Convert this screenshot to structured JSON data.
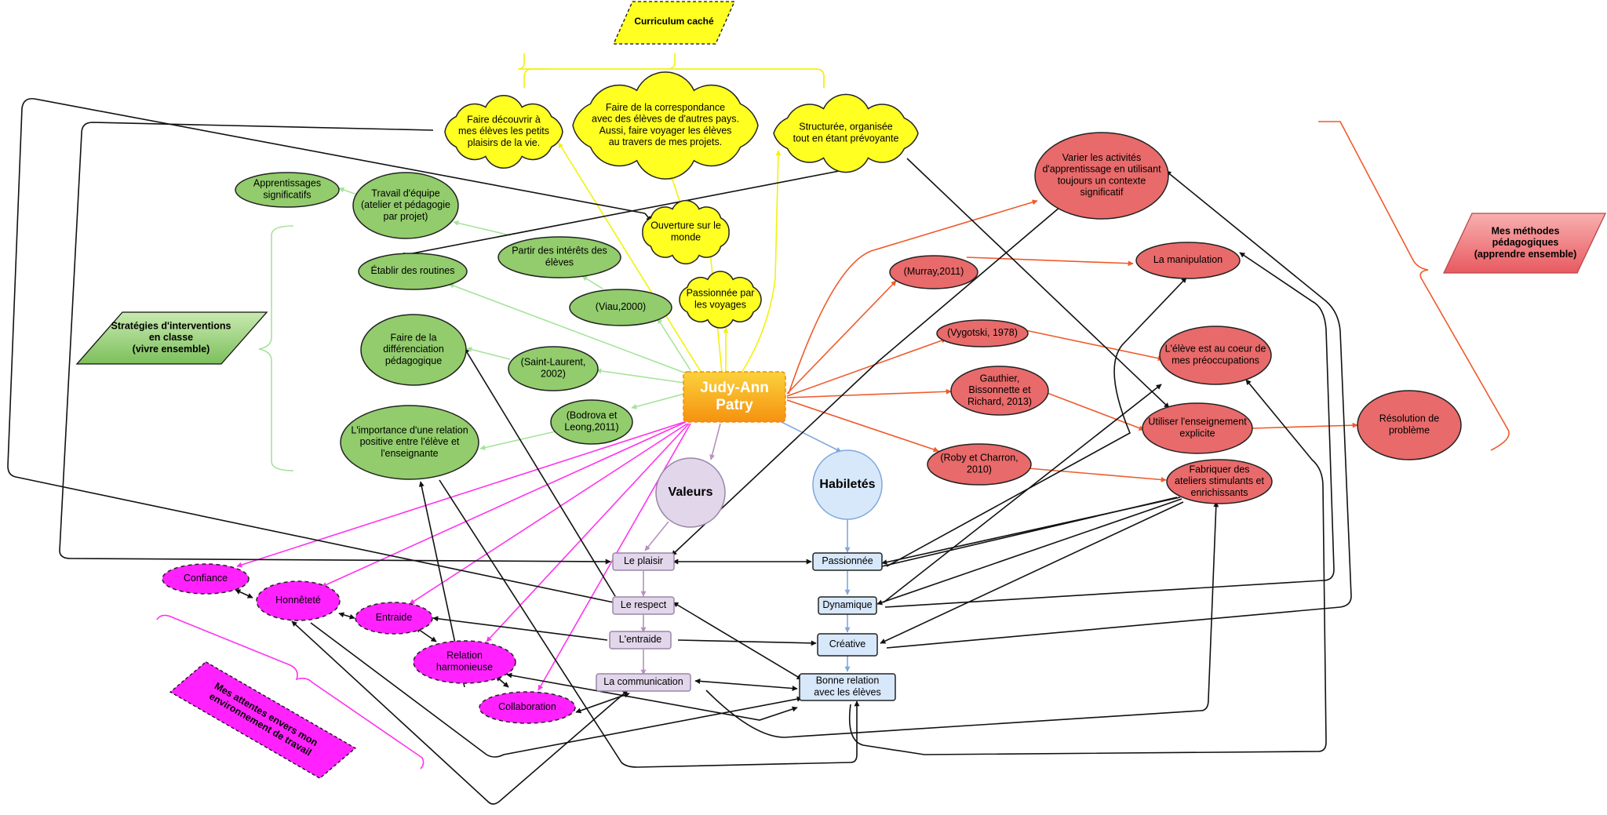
{
  "colors": {
    "yellow": "#ffff22",
    "green": "#92cc6c",
    "red": "#e86a6a",
    "magenta": "#ff22ff",
    "lilac": "#e2d6ea",
    "lightblue": "#d8e8fb",
    "orange": "#f6a51c",
    "pink_banner": "#ef7378",
    "black": "#111111",
    "arrow_green": "#a6e39a",
    "arrow_red": "#f05a2a",
    "arrow_yellow": "#f2f20a",
    "arrow_pink": "#ff33ee",
    "arrow_purple": "#b891c0",
    "arrow_blue": "#7fa8dd"
  },
  "center": {
    "text": "Judy-Ann\nPatry"
  },
  "banners": {
    "curriculum": "Curriculum caché",
    "strategies": "Stratégies d'interventions\nen classe\n(vivre ensemble)",
    "methodes": "Mes méthodes\npédagogiques\n(apprendre ensemble)",
    "attentes": "Mes attentes envers mon\nenvironnement de travail"
  },
  "clouds": {
    "petits_plaisirs": "Faire découvrir à\nmes élèves les petits\nplaisirs de la vie.",
    "correspondance": "Faire de la correspondance\navec des élèves de d'autres pays.\nAussi, faire voyager les élèves\nau travers de mes projets.",
    "structuree": "Structurée, organisée\ntout en étant prévoyante",
    "ouverture": "Ouverture sur le\nmonde",
    "passionnee": "Passionnée par\nles voyages"
  },
  "green_nodes": {
    "apprentissages": "Apprentissages\nsignificatifs",
    "travail_equipe": "Travail d'équipe\n(atelier et pédagogie\npar projet)",
    "interets": "Partir des intérêts des\nélèves",
    "routines": "Établir des routines",
    "viau": "(Viau,2000)",
    "differenciation": "Faire de la\ndifférenciation\npédagogique",
    "saint_laurent": "(Saint-Laurent,\n2002)",
    "bodrova": "(Bodrova et\nLeong,2011)",
    "relation_positive": "L'importance d'une relation\npositive entre l'élève et\nl'enseignante"
  },
  "red_nodes": {
    "varier": "Varier les activités\nd'apprentissage en utilisant\ntoujours un contexte\nsignificatif",
    "murray": "(Murray,2011)",
    "manipulation": "La manipulation",
    "vygotski": "(Vygotski, 1978)",
    "coeur": "L'élève est au coeur de\nmes préoccupations",
    "gauthier": "Gauthier,\nBissonnette et\nRichard, 2013)",
    "explicite": "Utiliser l'enseignement\nexplicite",
    "resolution": "Résolution de\nproblème",
    "roby": "(Roby et Charron,\n2010)",
    "ateliers": "Fabriquer des\nateliers stimulants et\nenrichissants"
  },
  "hubs": {
    "valeurs": "Valeurs",
    "habiletes": "Habiletés"
  },
  "valeurs_items": {
    "plaisir": "Le plaisir",
    "respect": "Le respect",
    "entraide": "L'entraide",
    "communication": "La communication"
  },
  "habiletes_items": {
    "passionnee": "Passionnée",
    "dynamique": "Dynamique",
    "creative": "Créative",
    "bonne_relation": "Bonne relation\navec les élèves"
  },
  "magenta_nodes": {
    "confiance": "Confiance",
    "honnetete": "Honnêteté",
    "entraide": "Entraide",
    "relation": "Relation\nharmonieuse",
    "collaboration": "Collaboration"
  }
}
